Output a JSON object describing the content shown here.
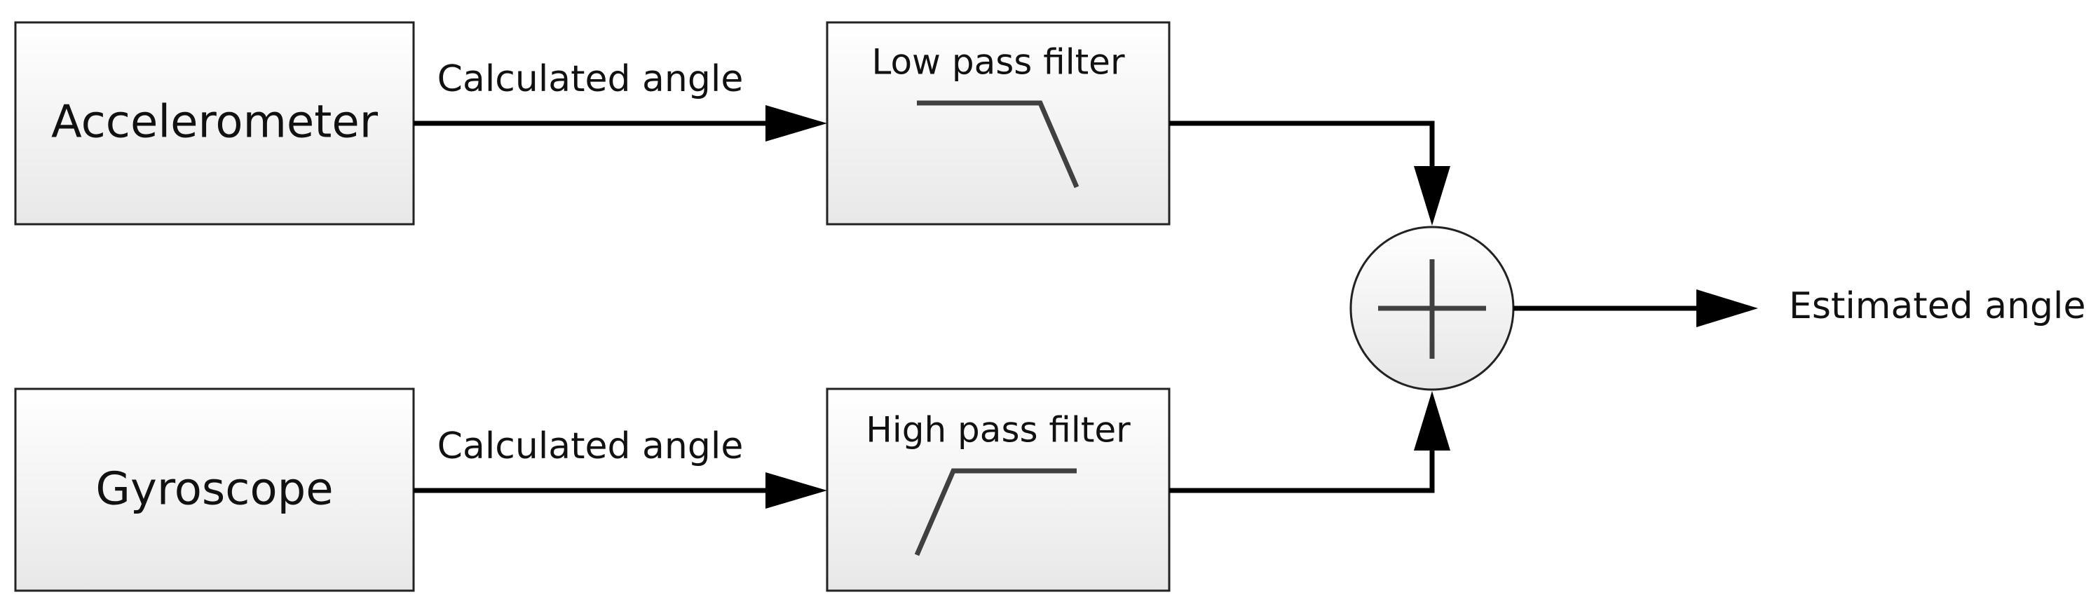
{
  "blocks": {
    "accelerometer": "Accelerometer",
    "gyroscope": "Gyroscope"
  },
  "filters": {
    "low_pass": "Low pass filter",
    "high_pass": "High pass filter"
  },
  "edges": {
    "accel_to_lpf": "Calculated angle",
    "gyro_to_hpf": "Calculated angle",
    "sum_output": "Estimated angle"
  },
  "colors": {
    "box_fill_top": "#ffffff",
    "box_fill_bottom": "#e9e9e9",
    "stroke": "#000000",
    "curve": "#404040"
  }
}
